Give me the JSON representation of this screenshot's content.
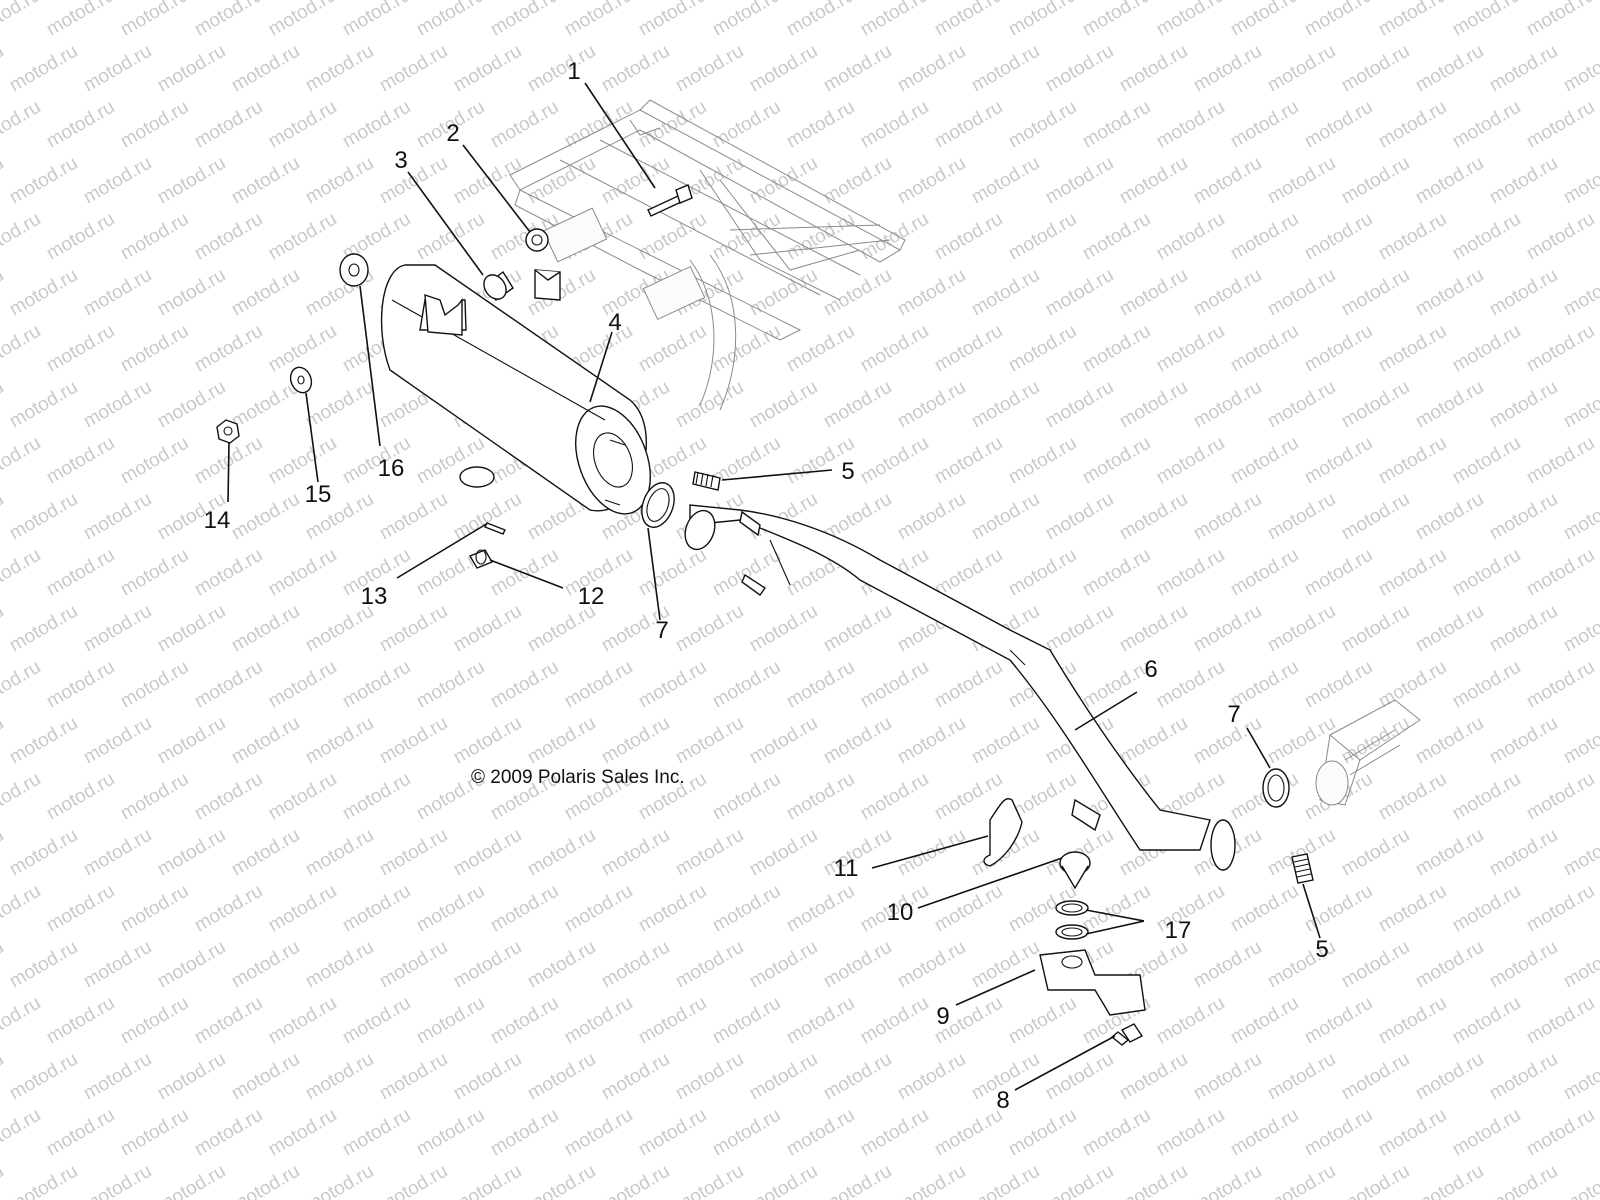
{
  "watermark": {
    "text": "motod.ru",
    "color": "#c9c9c9"
  },
  "copyright": "© 2009 Polaris Sales Inc.",
  "callouts": [
    {
      "id": "c1",
      "label": "1"
    },
    {
      "id": "c2",
      "label": "2"
    },
    {
      "id": "c3",
      "label": "3"
    },
    {
      "id": "c4",
      "label": "4"
    },
    {
      "id": "c5a",
      "label": "5"
    },
    {
      "id": "c5b",
      "label": "5"
    },
    {
      "id": "c6",
      "label": "6"
    },
    {
      "id": "c7a",
      "label": "7"
    },
    {
      "id": "c7b",
      "label": "7"
    },
    {
      "id": "c8",
      "label": "8"
    },
    {
      "id": "c9",
      "label": "9"
    },
    {
      "id": "c10",
      "label": "10"
    },
    {
      "id": "c11",
      "label": "11"
    },
    {
      "id": "c12",
      "label": "12"
    },
    {
      "id": "c13",
      "label": "13"
    },
    {
      "id": "c14",
      "label": "14"
    },
    {
      "id": "c15",
      "label": "15"
    },
    {
      "id": "c16",
      "label": "16"
    },
    {
      "id": "c17",
      "label": "17"
    }
  ]
}
